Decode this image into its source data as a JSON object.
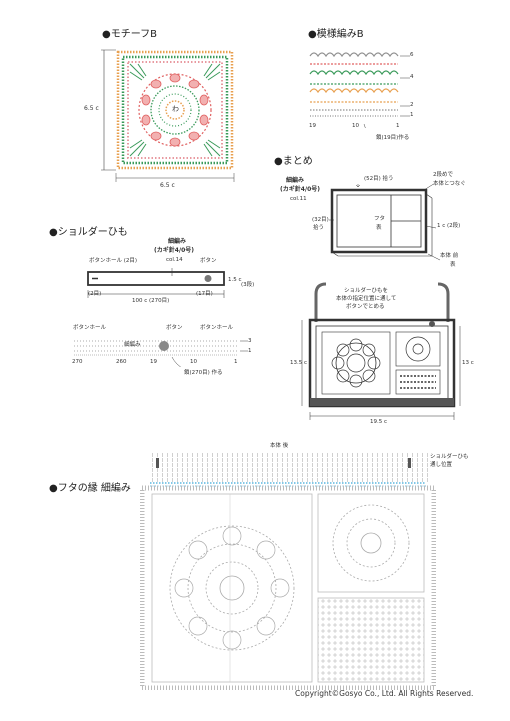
{
  "motif_b": {
    "title": "モチーフB",
    "center": "わ",
    "height": "6.5 c",
    "width": "6.5 c"
  },
  "pattern_b": {
    "title": "模様編みB",
    "row_labels": [
      "6",
      "4",
      "2",
      "1"
    ],
    "stitch_labels": [
      "19",
      "10",
      "1"
    ],
    "chain_note": "鎖(19目)作る"
  },
  "assembly": {
    "title": "まとめ",
    "sc_label_1": "細編み",
    "sc_label_2": "(カギ針4/0号)",
    "color": "col.11",
    "pick_top": "(52目) 拾う",
    "pick_left_1": "(32目)",
    "pick_left_2": "拾う",
    "join_note_1": "2段めで",
    "join_note_2": "本体とつなぐ",
    "flap_1": "フタ",
    "flap_2": "表",
    "right_len": "1 c (2段)",
    "body_front_1": "本体 前",
    "body_front_2": "表"
  },
  "shoulder": {
    "title": "ショルダーひも",
    "sc_label": "細編み",
    "hook": "(カギ針4/0号)",
    "color": "col.14",
    "buttonhole": "ボタンホール (2目)",
    "button": "ボタン",
    "count_left": "(2目)",
    "count_right": "(17目)",
    "height_cm": "1.5 c",
    "rows": "(3段)",
    "length": "100 c (270目)"
  },
  "strap_chart": {
    "buttonhole_left": "ボタンホール",
    "button": "ボタン",
    "buttonhole_right": "ボタンホール",
    "sc": "細編み",
    "row3": "3",
    "row1": "1",
    "ticks": [
      "270",
      "260",
      "19",
      "10",
      "1"
    ],
    "chain": "鎖(270目) 作る"
  },
  "bag": {
    "note_1": "ショルダーひもを",
    "note_2": "本体の指定位置に通して",
    "note_3": "ボタンでとめる",
    "height_left": "13.5 c",
    "height_right": "13 c",
    "width": "19.5 c"
  },
  "big_chart": {
    "title": "フタの縁 細編み",
    "body_back": "本体 後",
    "strap_pos_1": "ショルダーひも",
    "strap_pos_2": "通し位置"
  },
  "copyright": "Copyright©Gosyo Co., Ltd. All Rights Reserved.",
  "colors": {
    "motif_red": "#e06060",
    "motif_green": "#3a9a5a",
    "motif_orange": "#e8a050",
    "motif_pink": "#e89aa0",
    "chart_gray": "#909090",
    "blue_rows": "#3aa8d8"
  }
}
